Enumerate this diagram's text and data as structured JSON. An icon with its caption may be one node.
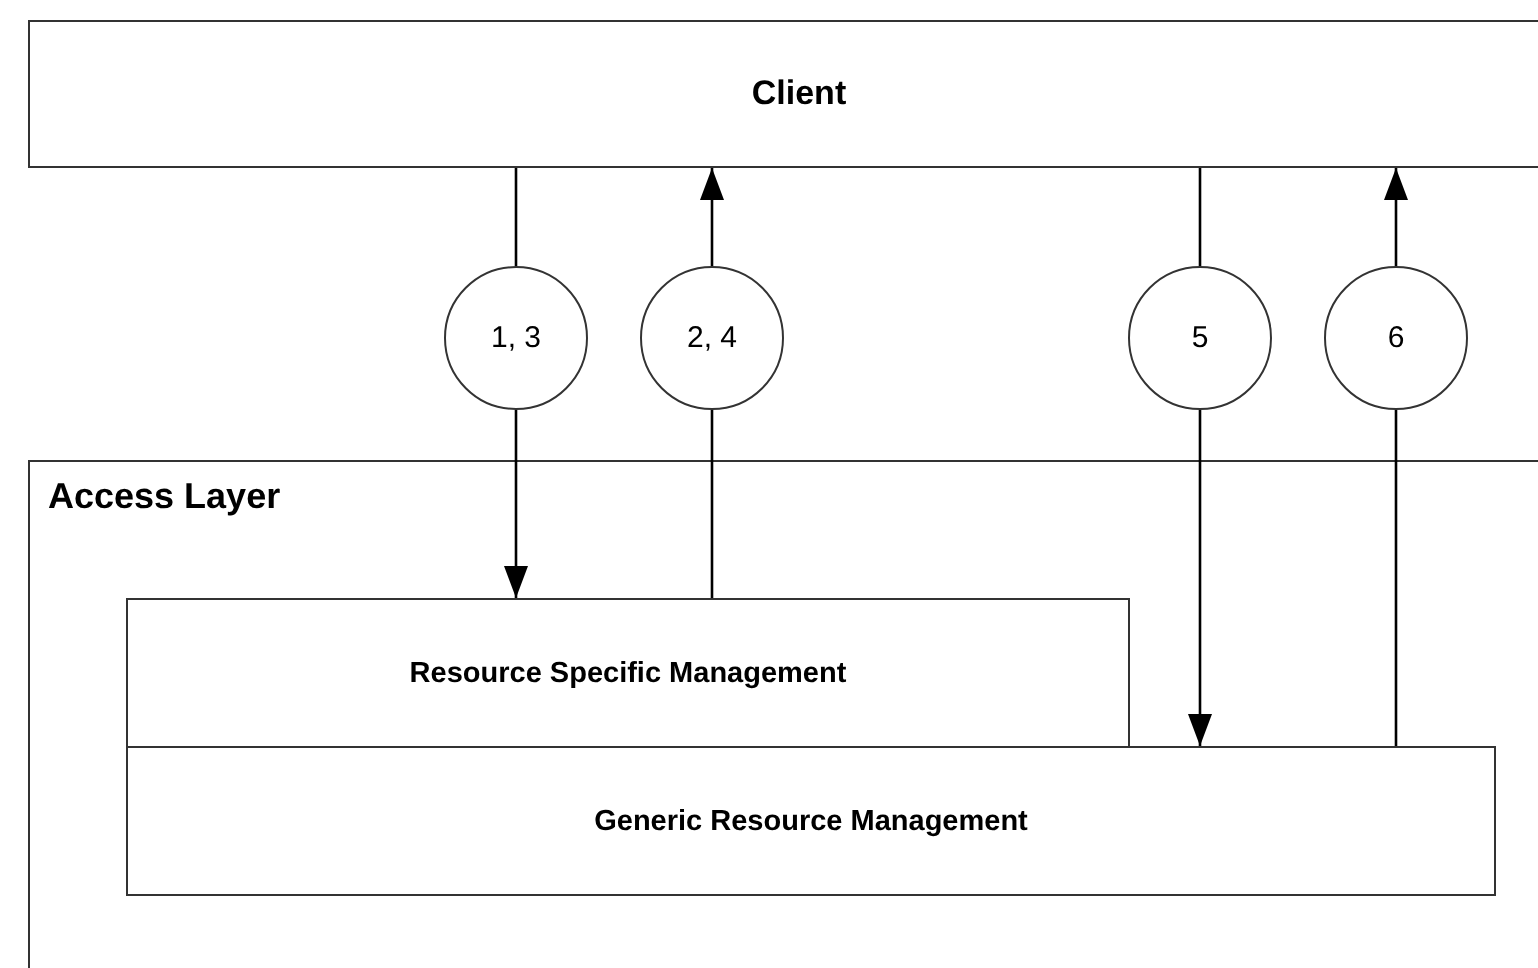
{
  "diagram": {
    "nodes": [
      {
        "text": [
          "Client"
        ]
      },
      {
        "text": [
          "Access Layer"
        ]
      },
      {
        "text": [
          "1, 3"
        ]
      },
      {
        "text": [
          "2, 4"
        ]
      },
      {
        "text": [
          "5"
        ]
      },
      {
        "text": [
          "6"
        ]
      },
      {
        "text": [
          "Resource Specific Management"
        ],
        "in": 1
      },
      {
        "text": [
          "Generic Resource Management"
        ],
        "in": 1
      }
    ],
    "edges": [
      {
        "from": 0,
        "to": 2,
        "arrow": "none"
      },
      {
        "from": 2,
        "to": 6,
        "arrow": "to"
      },
      {
        "from": 6,
        "to": 3,
        "arrow": "none"
      },
      {
        "from": 3,
        "to": 0,
        "arrow": "to"
      },
      {
        "from": 0,
        "to": 4,
        "arrow": "none"
      },
      {
        "from": 4,
        "to": 7,
        "arrow": "to"
      },
      {
        "from": 7,
        "to": 5,
        "arrow": "none"
      },
      {
        "from": 5,
        "to": 0,
        "arrow": "to"
      }
    ]
  }
}
